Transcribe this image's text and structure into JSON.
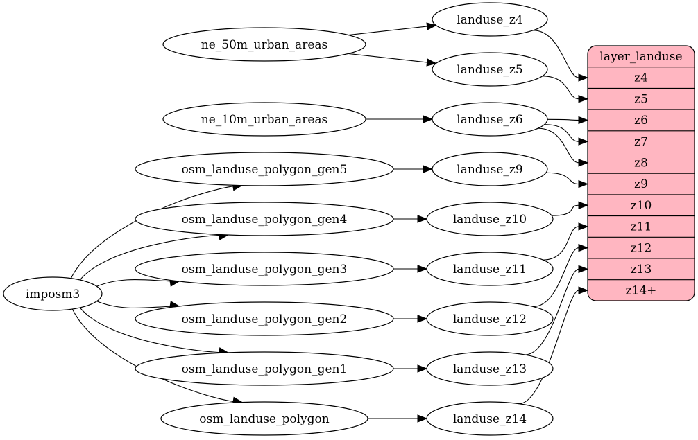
{
  "colors": {
    "record_fill": "#ffb6c1",
    "line": "#000000",
    "background": "#ffffff"
  },
  "nodes": {
    "ne_50m": "ne_50m_urban_areas",
    "ne_10m": "ne_10m_urban_areas",
    "gen5": "osm_landuse_polygon_gen5",
    "gen4": "osm_landuse_polygon_gen4",
    "gen3": "osm_landuse_polygon_gen3",
    "gen2": "osm_landuse_polygon_gen2",
    "gen1": "osm_landuse_polygon_gen1",
    "polygon": "osm_landuse_polygon",
    "imposm3": "imposm3",
    "z4": "landuse_z4",
    "z5": "landuse_z5",
    "z6": "landuse_z6",
    "z9": "landuse_z9",
    "z10": "landuse_z10",
    "z11": "landuse_z11",
    "z12": "landuse_z12",
    "z13": "landuse_z13",
    "z14": "landuse_z14"
  },
  "layer": {
    "title": "layer_landuse",
    "fields": [
      "z4",
      "z5",
      "z6",
      "z7",
      "z8",
      "z9",
      "z10",
      "z11",
      "z12",
      "z13",
      "z14+"
    ]
  },
  "edges": [
    [
      "imposm3",
      "gen5"
    ],
    [
      "imposm3",
      "gen4"
    ],
    [
      "imposm3",
      "gen3"
    ],
    [
      "imposm3",
      "gen2"
    ],
    [
      "imposm3",
      "gen1"
    ],
    [
      "imposm3",
      "polygon"
    ],
    [
      "ne_50m",
      "z4"
    ],
    [
      "ne_50m",
      "z5"
    ],
    [
      "ne_10m",
      "z6"
    ],
    [
      "gen5",
      "z9"
    ],
    [
      "gen4",
      "z10"
    ],
    [
      "gen3",
      "z11"
    ],
    [
      "gen2",
      "z12"
    ],
    [
      "gen1",
      "z13"
    ],
    [
      "polygon",
      "z14"
    ],
    [
      "z4",
      "layer:z4"
    ],
    [
      "z5",
      "layer:z5"
    ],
    [
      "z6",
      "layer:z6"
    ],
    [
      "z6",
      "layer:z7"
    ],
    [
      "z6",
      "layer:z8"
    ],
    [
      "z9",
      "layer:z9"
    ],
    [
      "z10",
      "layer:z10"
    ],
    [
      "z11",
      "layer:z11"
    ],
    [
      "z12",
      "layer:z12"
    ],
    [
      "z13",
      "layer:z13"
    ],
    [
      "z14",
      "layer:z14+"
    ]
  ]
}
